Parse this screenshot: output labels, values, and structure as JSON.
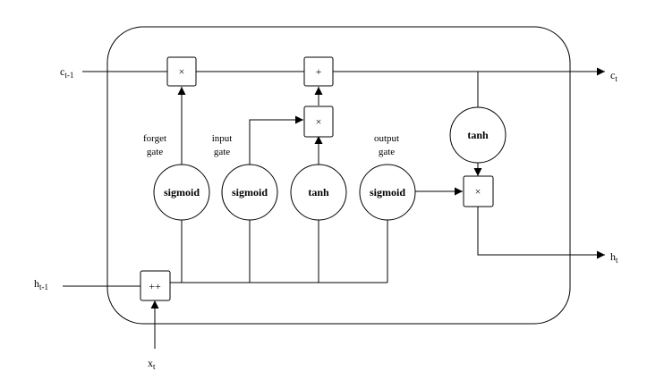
{
  "io": {
    "c_prev": {
      "base": "c",
      "sub": "t-1"
    },
    "c_next": {
      "base": "c",
      "sub": "t"
    },
    "h_prev": {
      "base": "h",
      "sub": "t-1"
    },
    "h_next": {
      "base": "h",
      "sub": "t"
    },
    "x_in": {
      "base": "x",
      "sub": "t"
    }
  },
  "gates": {
    "forget": [
      "forget",
      "gate"
    ],
    "input": [
      "input",
      "gate"
    ],
    "output": [
      "output",
      "gate"
    ]
  },
  "nodes": {
    "sigmoid_forget": "sigmoid",
    "sigmoid_input": "sigmoid",
    "tanh_candidate": "tanh",
    "sigmoid_output": "sigmoid",
    "tanh_cell": "tanh"
  },
  "ops": {
    "mult_forget": "×",
    "add_cell": "+",
    "mult_input": "×",
    "mult_output": "×",
    "concat": "++"
  }
}
